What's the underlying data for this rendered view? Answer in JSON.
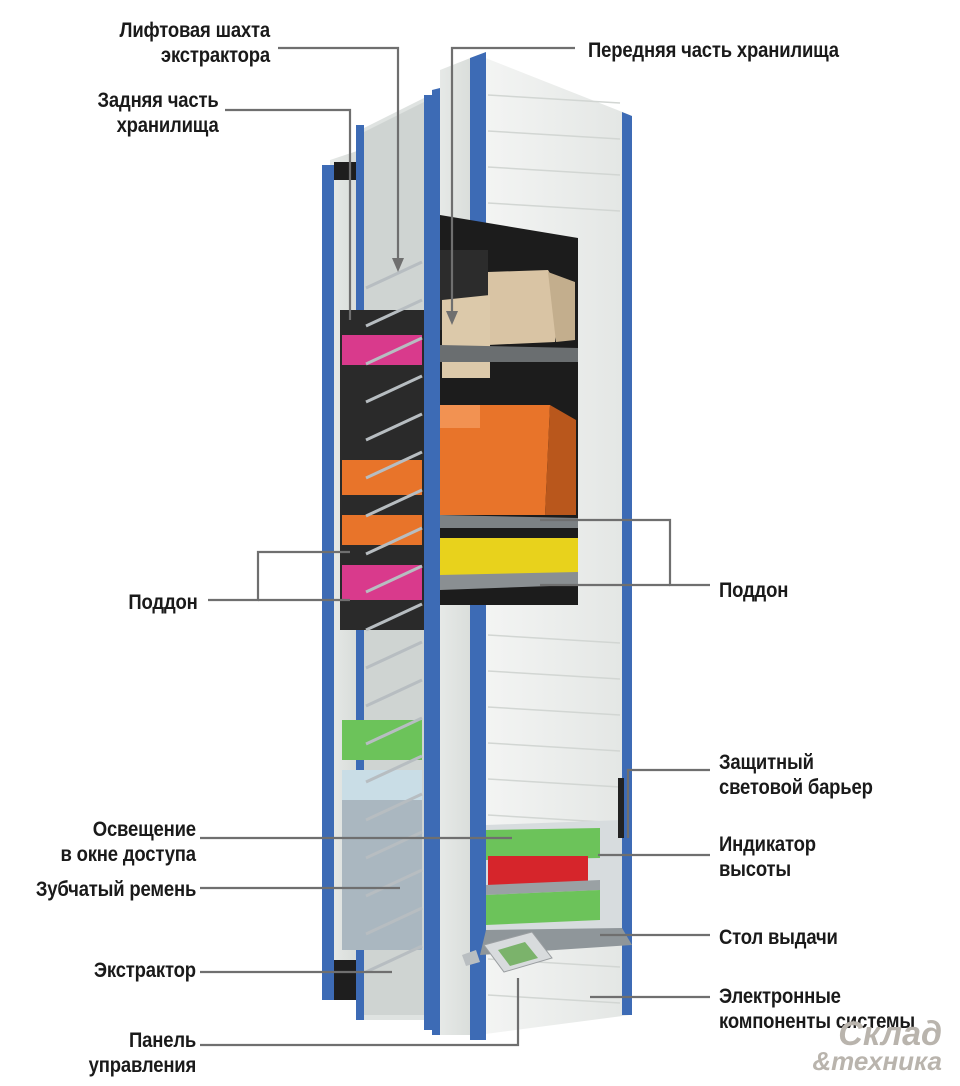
{
  "labels": {
    "lift_shaft": "Лифтовая шахта\nэкстрактора",
    "rear_storage": "Задняя часть\nхранилища",
    "front_storage": "Передняя часть хранилища",
    "tray_left": "Поддон",
    "tray_right": "Поддон",
    "safety_barrier": "Защитный\nсветовой барьер",
    "access_light": "Освещение\nв окне доступа",
    "height_indicator": "Индикатор\nвысоты",
    "toothed_belt": "Зубчатый ремень",
    "delivery_table": "Стол выдачи",
    "extractor": "Экстрактор",
    "electronics": "Электронные\nкомпоненты системы",
    "control_panel": "Панель\nуправления"
  },
  "watermark": {
    "line1": "Склад",
    "line2": "&техника"
  },
  "colors": {
    "frame_blue": "#3d6bb5",
    "panel": "#eef0ee",
    "leader": "#6f6f6f",
    "tray_orange": "#e8742a",
    "tray_yellow": "#e8d21c",
    "tray_magenta": "#d93a8c",
    "tray_red": "#d6252b",
    "tray_green": "#5fbf4a",
    "box_beige": "#d9c4a4"
  }
}
